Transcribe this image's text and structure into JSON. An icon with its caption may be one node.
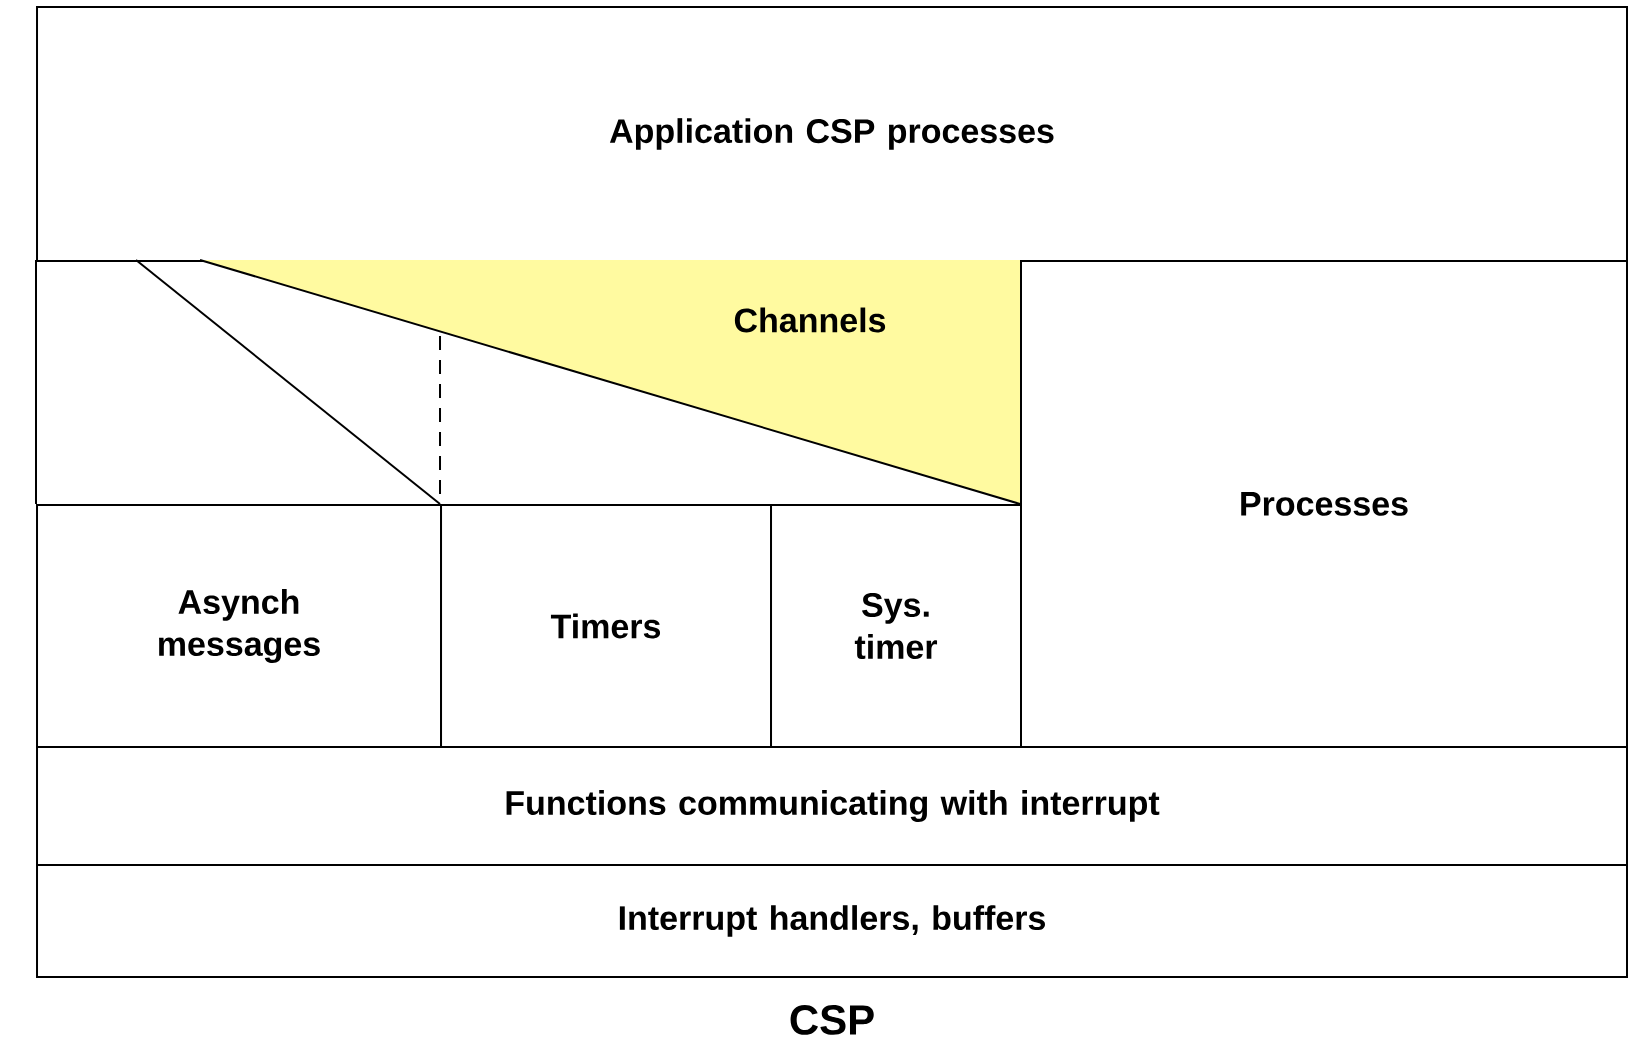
{
  "diagram": {
    "caption": "CSP",
    "nodes": [
      {
        "text": [
          "Application CSP processes"
        ]
      },
      {
        "text": [
          "Channels"
        ]
      },
      {
        "text": [
          "Asynch messages"
        ]
      },
      {
        "text": [
          "Timers"
        ]
      },
      {
        "text": [
          "Sys. timer"
        ]
      },
      {
        "text": [
          "Processes"
        ]
      },
      {
        "text": [
          "Functions communicating with interrupt"
        ]
      },
      {
        "text": [
          "Interrupt handlers, buffers"
        ]
      }
    ],
    "edges": []
  }
}
